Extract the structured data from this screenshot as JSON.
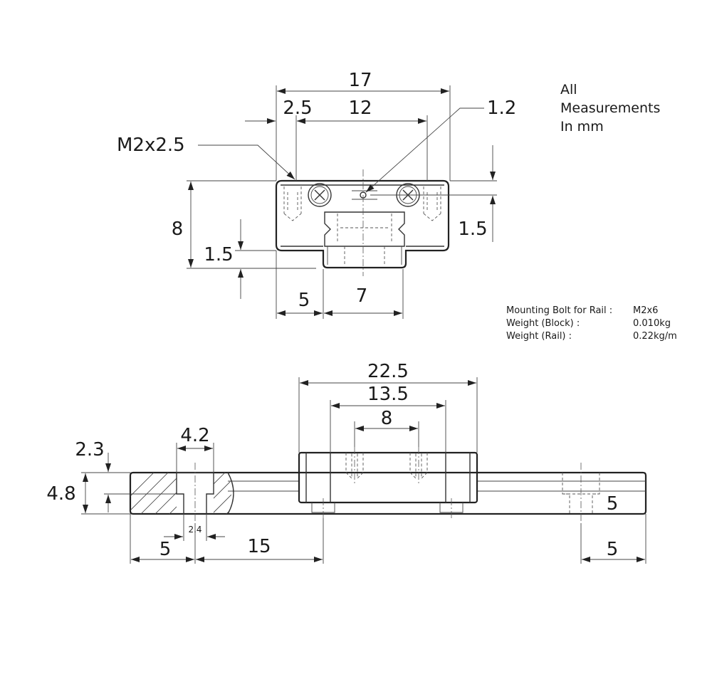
{
  "units_note": {
    "line1": "All",
    "line2": "Measurements",
    "line3": "In mm"
  },
  "end_view": {
    "overall_width": "17",
    "hole_spacing": "12",
    "edge_offset": "2.5",
    "hole_dia": "1.2",
    "thread": "M2x2.5",
    "height": "8",
    "rail_gap": "1.5",
    "top_offset": "1.5",
    "rail_offset": "5",
    "rail_width": "7"
  },
  "specs": {
    "rows": [
      {
        "label": "Mounting Bolt for Rail :",
        "value": "M2x6"
      },
      {
        "label": "Weight (Block) :",
        "value": "0.010kg"
      },
      {
        "label": "Weight (Rail) :",
        "value": "0.22kg/m"
      }
    ]
  },
  "side_view": {
    "block_length": "22.5",
    "body_length": "13.5",
    "hole_pitch": "8",
    "counterbore_dia": "4.2",
    "counterbore_depth": "2.3",
    "rail_height": "4.8",
    "hole_dia": "2.4",
    "end_offset": "5",
    "hole_pitch_rail": "15",
    "right_offset": "5",
    "right_depth": "5"
  },
  "colors": {
    "line": "#222222",
    "background": "#ffffff"
  }
}
